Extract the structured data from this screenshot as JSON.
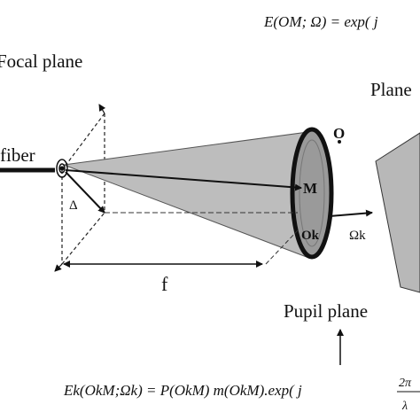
{
  "labels": {
    "focal_plane": "Focal plane",
    "fiber": "fiber",
    "delta": "Δ",
    "f": "f",
    "point_m": "M",
    "point_ok": "Ok",
    "point_o": "O",
    "omega_k": "Ωk",
    "plane": "Plane",
    "pupil_plane": "Pupil plane"
  },
  "equations": {
    "top": "E(OM; Ω) = exp( j",
    "bottom": "Ek(OkM;Ωk) = P(OkM) m(OkM).exp( j",
    "bottom_frac_num": "2π",
    "bottom_frac_den": "λ"
  },
  "colors": {
    "ink": "#111111",
    "cone_fill": "#bdbdbd",
    "cone_edge": "#555555",
    "pupil_fill": "#9a9a9a",
    "plane_fill": "#b8b8b8"
  }
}
